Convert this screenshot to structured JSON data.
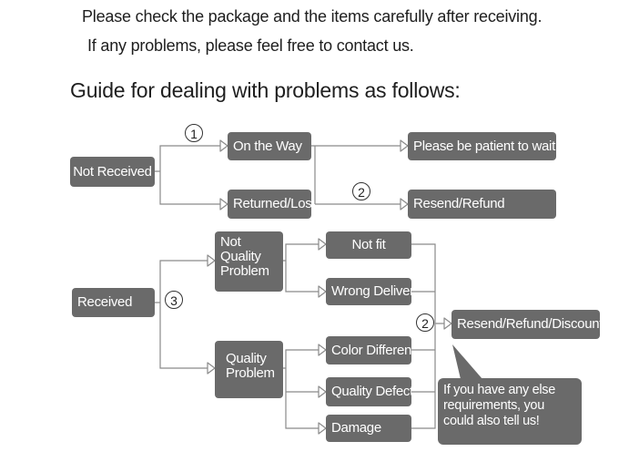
{
  "intro": {
    "line1": "Please check the package and the items carefully after receiving.",
    "line2": "If any problems, please feel free to contact us."
  },
  "guide_title": "Guide for dealing with problems as follows:",
  "nodes": {
    "not_received": "Not Received",
    "on_the_way": "On the Way",
    "returned_lost": "Returned/Lost",
    "patient": "Please be patient to wait",
    "resend_refund": "Resend/Refund",
    "received": "Received",
    "not_quality_problem": "Not Quality Problem",
    "quality_problem": "Quality Problem",
    "not_fit": "Not fit",
    "wrong_delivery": "Wrong Delivery",
    "color_difference": "Color Difference",
    "quality_defect": "Quality Defect",
    "damage": "Damage",
    "resend_refund_discount": "Resend/Refund/Discount"
  },
  "markers": {
    "one": "1",
    "two_top": "2",
    "three": "3",
    "two_bottom": "2"
  },
  "bubble_text": "If you have any else requirements, you could also tell us!"
}
